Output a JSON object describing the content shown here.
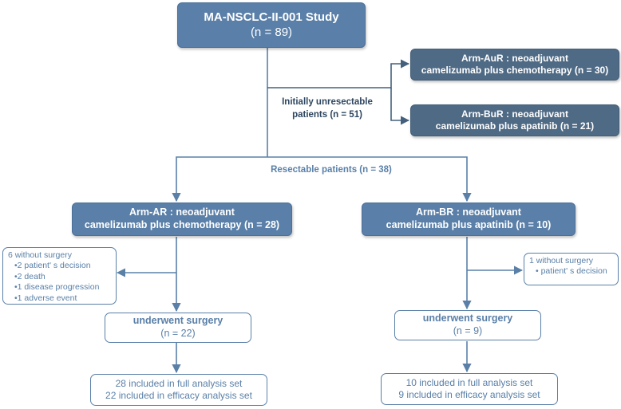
{
  "study": {
    "title": "MA-NSCLC-II-001 Study",
    "n": "(n = 89)"
  },
  "unresectable": {
    "line1": "Initially unresectable",
    "line2": "patients (n = 51)"
  },
  "arm_aur": {
    "line1": "Arm-AuR : neoadjuvant",
    "line2": "camelizumab plus chemotherapy (n = 30)"
  },
  "arm_bur": {
    "line1": "Arm-BuR : neoadjuvant",
    "line2": "camelizumab plus apatinib  (n = 21)"
  },
  "resectable": {
    "label": "Resectable patients (n = 38)"
  },
  "arm_ar": {
    "line1": "Arm-AR : neoadjuvant",
    "line2": "camelizumab plus chemotherapy (n = 28)"
  },
  "arm_br": {
    "line1": "Arm-BR : neoadjuvant",
    "line2": "camelizumab plus apatinib  (n = 10)"
  },
  "excl_a": {
    "title": "6 without surgery",
    "items": [
      "•2 patient' s decision",
      "•2 death",
      "•1 disease progression",
      "•1 adverse event"
    ]
  },
  "excl_b": {
    "title": "1 without surgery",
    "items": [
      "• patient' s decision"
    ]
  },
  "surgery_a": {
    "line1": "underwent surgery",
    "line2": "(n = 22)"
  },
  "surgery_b": {
    "line1": "underwent surgery",
    "line2": "(n = 9)"
  },
  "analysis_a": {
    "line1": "28 included in full analysis set",
    "line2": "22 included in efficacy analysis set"
  },
  "analysis_b": {
    "line1": "10 included in full analysis set",
    "line2": "9 included in efficacy analysis set"
  },
  "colors": {
    "filled": "#5a7fa8",
    "dark": "#4f6a85",
    "line": "#5a80a8",
    "label_dark": "#2e4660"
  }
}
